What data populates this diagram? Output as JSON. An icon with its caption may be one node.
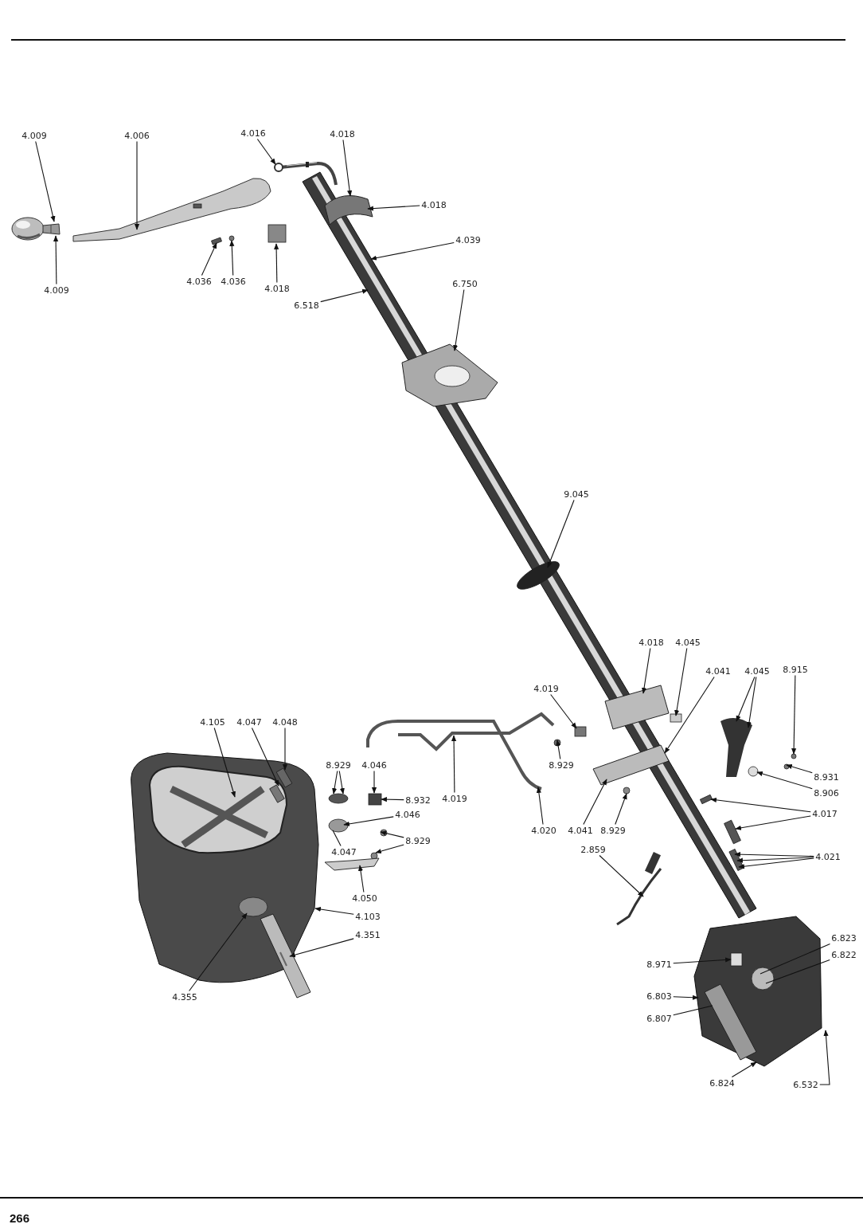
{
  "diagram": {
    "nodes": [
      {
        "text": [
          "4.009"
        ]
      },
      {
        "text": [
          "4.006"
        ]
      },
      {
        "text": [
          "4.016"
        ]
      },
      {
        "text": [
          "4.018"
        ]
      },
      {
        "text": [
          "4.018"
        ]
      },
      {
        "text": [
          "4.039"
        ]
      },
      {
        "text": [
          "4.009"
        ]
      },
      {
        "text": [
          "4.036"
        ]
      },
      {
        "text": [
          "4.036"
        ]
      },
      {
        "text": [
          "4.018"
        ]
      },
      {
        "text": [
          "6.518"
        ]
      },
      {
        "text": [
          "6.750"
        ]
      },
      {
        "text": [
          "9.045"
        ]
      },
      {
        "text": [
          "4.018"
        ]
      },
      {
        "text": [
          "4.045"
        ]
      },
      {
        "text": [
          "4.041"
        ]
      },
      {
        "text": [
          "4.045"
        ]
      },
      {
        "text": [
          "8.915"
        ]
      },
      {
        "text": [
          "4.019"
        ]
      },
      {
        "text": [
          "8.929"
        ]
      },
      {
        "text": [
          "4.105"
        ]
      },
      {
        "text": [
          "4.047"
        ]
      },
      {
        "text": [
          "4.048"
        ]
      },
      {
        "text": [
          "8.929"
        ]
      },
      {
        "text": [
          "4.046"
        ]
      },
      {
        "text": [
          "4.019"
        ]
      },
      {
        "text": [
          "8.932"
        ]
      },
      {
        "text": [
          "4.046"
        ]
      },
      {
        "text": [
          "8.929"
        ]
      },
      {
        "text": [
          "4.047"
        ]
      },
      {
        "text": [
          "4.050"
        ]
      },
      {
        "text": [
          "4.103"
        ]
      },
      {
        "text": [
          "4.351"
        ]
      },
      {
        "text": [
          "4.355"
        ]
      },
      {
        "text": [
          "4.020"
        ]
      },
      {
        "text": [
          "4.041"
        ]
      },
      {
        "text": [
          "8.929"
        ]
      },
      {
        "text": [
          "8.931"
        ]
      },
      {
        "text": [
          "8.906"
        ]
      },
      {
        "text": [
          "4.017"
        ]
      },
      {
        "text": [
          "2.859"
        ]
      },
      {
        "text": [
          "4.021"
        ]
      },
      {
        "text": [
          "8.971"
        ]
      },
      {
        "text": [
          "6.823"
        ]
      },
      {
        "text": [
          "6.822"
        ]
      },
      {
        "text": [
          "6.803"
        ]
      },
      {
        "text": [
          "6.807"
        ]
      },
      {
        "text": [
          "6.824"
        ]
      },
      {
        "text": [
          "6.532"
        ]
      },
      {
        "text": [],
        "shape": "picture"
      },
      {
        "text": [],
        "shape": "picture"
      },
      {
        "text": [],
        "shape": "picture"
      },
      {
        "text": [],
        "shape": "box",
        "in": 50
      },
      {
        "text": [],
        "shape": "box"
      },
      {
        "text": [],
        "shape": "circle"
      },
      {
        "text": [],
        "shape": "box"
      },
      {
        "text": [],
        "shape": "picture"
      },
      {
        "text": [],
        "shape": "picture",
        "in": 56
      },
      {
        "text": [],
        "shape": "picture",
        "in": 56
      },
      {
        "text": [],
        "shape": "circle",
        "in": 56
      },
      {
        "text": [],
        "shape": "picture",
        "in": 56
      },
      {
        "text": [],
        "shape": "box"
      },
      {
        "text": [],
        "shape": "picture",
        "in": 56
      },
      {
        "text": [],
        "shape": "picture"
      },
      {
        "text": [],
        "shape": "circle"
      },
      {
        "text": [],
        "shape": "box"
      },
      {
        "text": [],
        "shape": "circle"
      },
      {
        "text": [],
        "shape": "picture"
      },
      {
        "text": [],
        "shape": "picture"
      },
      {
        "text": [],
        "shape": "box",
        "in": 71
      },
      {
        "text": [],
        "shape": "box",
        "in": 71
      },
      {
        "text": [],
        "shape": "picture"
      },
      {
        "text": [],
        "shape": "picture"
      },
      {
        "text": [],
        "shape": "circle",
        "in": 71
      },
      {
        "text": [],
        "shape": "circle"
      },
      {
        "text": [],
        "shape": "box"
      },
      {
        "text": [],
        "shape": "circle"
      },
      {
        "text": [],
        "shape": "circle"
      },
      {
        "text": [],
        "shape": "circle"
      },
      {
        "text": [],
        "shape": "picture"
      },
      {
        "text": [],
        "shape": "picture"
      },
      {
        "text": [],
        "shape": "box"
      },
      {
        "text": [],
        "shape": "box"
      },
      {
        "text": [],
        "shape": "box"
      },
      {
        "text": [],
        "shape": "circle"
      },
      {
        "text": [],
        "shape": "circle"
      },
      {
        "text": [],
        "shape": "picture"
      },
      {
        "text": [],
        "shape": "picture",
        "in": 86
      },
      {
        "text": [],
        "shape": "circle",
        "in": 86
      },
      {
        "text": [],
        "shape": "box",
        "in": 86
      },
      {
        "text": [],
        "shape": "circle"
      }
    ],
    "edges": [
      {
        "from": 0,
        "to": 49,
        "arrow": "to"
      },
      {
        "from": 1,
        "to": 50,
        "arrow": "to"
      },
      {
        "from": 2,
        "to": 51,
        "arrow": "to"
      },
      {
        "from": 3,
        "to": 57,
        "arrow": "to"
      },
      {
        "from": 4,
        "to": 57,
        "arrow": "to"
      },
      {
        "from": 5,
        "to": 56,
        "arrow": "to"
      },
      {
        "from": 6,
        "to": 49,
        "arrow": "to"
      },
      {
        "from": 7,
        "to": 53,
        "arrow": "to"
      },
      {
        "from": 8,
        "to": 54,
        "arrow": "to"
      },
      {
        "from": 9,
        "to": 55,
        "arrow": "to"
      },
      {
        "from": 10,
        "to": 56,
        "arrow": "to"
      },
      {
        "from": 11,
        "to": 58,
        "arrow": "to"
      },
      {
        "from": 12,
        "to": 59,
        "arrow": "to"
      },
      {
        "from": 13,
        "to": 60,
        "arrow": "to"
      },
      {
        "from": 14,
        "to": 61,
        "arrow": "to"
      },
      {
        "from": 15,
        "to": 62,
        "arrow": "to"
      },
      {
        "from": 16,
        "to": 63,
        "arrow": "to"
      },
      {
        "from": 16,
        "to": 63,
        "arrow": "to"
      },
      {
        "from": 17,
        "to": 64,
        "arrow": "to"
      },
      {
        "from": 18,
        "to": 65,
        "arrow": "to"
      },
      {
        "from": 19,
        "to": 66,
        "arrow": "to"
      },
      {
        "from": 20,
        "to": 71,
        "arrow": "to"
      },
      {
        "from": 21,
        "to": 70,
        "arrow": "to"
      },
      {
        "from": 22,
        "to": 69,
        "arrow": "to"
      },
      {
        "from": 23,
        "to": 74,
        "arrow": "to"
      },
      {
        "from": 23,
        "to": 74,
        "arrow": "to"
      },
      {
        "from": 24,
        "to": 75,
        "arrow": "to"
      },
      {
        "from": 25,
        "to": 68,
        "arrow": "to"
      },
      {
        "from": 26,
        "to": 75,
        "arrow": "to"
      },
      {
        "from": 27,
        "to": 76,
        "arrow": "to"
      },
      {
        "from": 28,
        "to": 77,
        "arrow": "to"
      },
      {
        "from": 28,
        "to": 78,
        "arrow": "to"
      },
      {
        "from": 29,
        "to": 76,
        "arrow": "none"
      },
      {
        "from": 30,
        "to": 79,
        "arrow": "to"
      },
      {
        "from": 31,
        "to": 71,
        "arrow": "to"
      },
      {
        "from": 32,
        "to": 72,
        "arrow": "to"
      },
      {
        "from": 33,
        "to": 73,
        "arrow": "to"
      },
      {
        "from": 34,
        "to": 67,
        "arrow": "to"
      },
      {
        "from": 35,
        "to": 62,
        "arrow": "to"
      },
      {
        "from": 36,
        "to": 90,
        "arrow": "to"
      },
      {
        "from": 37,
        "to": 84,
        "arrow": "to"
      },
      {
        "from": 38,
        "to": 85,
        "arrow": "to"
      },
      {
        "from": 39,
        "to": 81,
        "arrow": "to"
      },
      {
        "from": 39,
        "to": 82,
        "arrow": "to"
      },
      {
        "from": 40,
        "to": 80,
        "arrow": "to"
      },
      {
        "from": 41,
        "to": 83,
        "arrow": "to"
      },
      {
        "from": 41,
        "to": 83,
        "arrow": "to"
      },
      {
        "from": 41,
        "to": 83,
        "arrow": "to"
      },
      {
        "from": 42,
        "to": 89,
        "arrow": "to"
      },
      {
        "from": 43,
        "to": 88,
        "arrow": "none"
      },
      {
        "from": 44,
        "to": 88,
        "arrow": "none"
      },
      {
        "from": 45,
        "to": 86,
        "arrow": "to"
      },
      {
        "from": 46,
        "to": 87,
        "arrow": "none"
      },
      {
        "from": 47,
        "to": 86,
        "arrow": "to"
      },
      {
        "from": 48,
        "to": 86,
        "arrow": "to"
      }
    ],
    "labels": [
      "266"
    ]
  }
}
